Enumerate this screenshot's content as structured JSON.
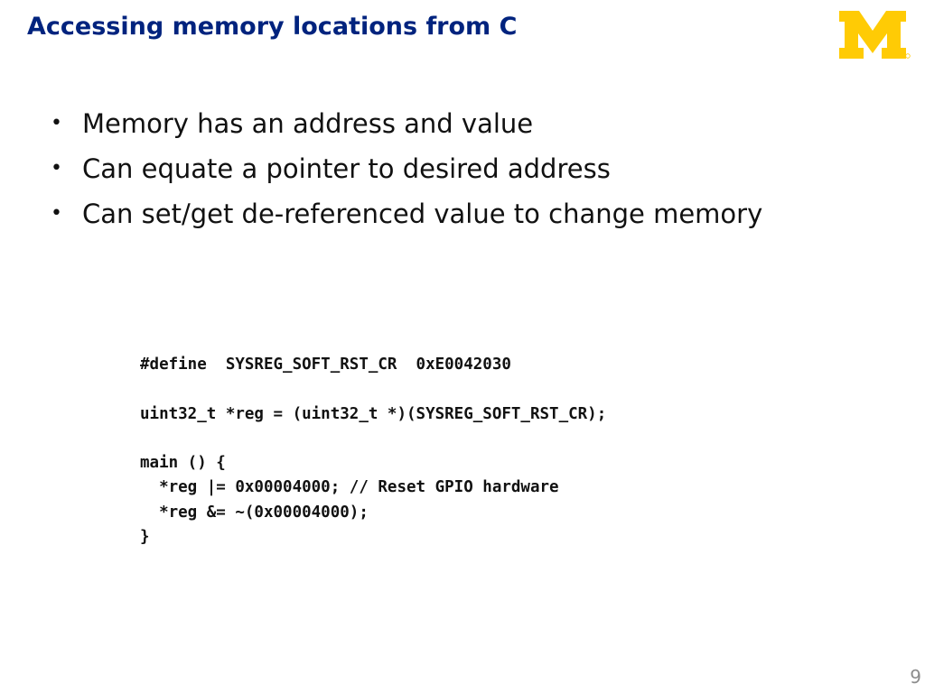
{
  "slide": {
    "title": "Accessing memory locations from C",
    "logo_icon": "block-m-logo-icon",
    "logo_color": "#ffcb05",
    "title_color": "#00237e",
    "bullets": [
      "Memory has an address and value",
      "Can equate a pointer to desired address",
      "Can set/get de-referenced value to change memory"
    ],
    "code": [
      "#define  SYSREG_SOFT_RST_CR  0xE0042030",
      "",
      "uint32_t *reg = (uint32_t *)(SYSREG_SOFT_RST_CR);",
      "",
      "main () {",
      "  *reg |= 0x00004000; // Reset GPIO hardware",
      "  *reg &= ~(0x00004000);",
      "}"
    ],
    "page_number": "9"
  }
}
